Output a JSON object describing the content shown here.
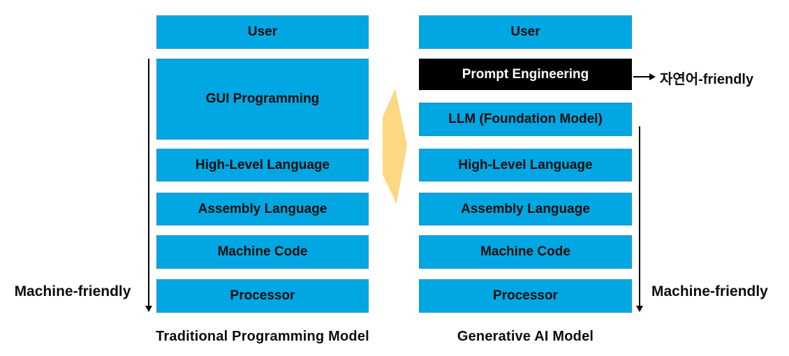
{
  "colors": {
    "box_fill": "#00A7E2",
    "box_border": "#2A8FC0",
    "highlight_fill": "#000000",
    "highlight_text": "#FFFFFF",
    "transform_arrow_fill": "#FBD881",
    "text": "#0D0D0D",
    "line": "#000000"
  },
  "left_column": {
    "caption": "Traditional Programming Model",
    "axis_label": "Machine-friendly",
    "boxes": [
      {
        "label": "User"
      },
      {
        "label": "GUI Programming"
      },
      {
        "label": "High-Level Language"
      },
      {
        "label": "Assembly Language"
      },
      {
        "label": "Machine Code"
      },
      {
        "label": "Processor"
      }
    ]
  },
  "right_column": {
    "caption": "Generative AI Model",
    "axis_label": "Machine-friendly",
    "annotation": "자연어-friendly",
    "boxes": [
      {
        "label": "User"
      },
      {
        "label": "Prompt Engineering"
      },
      {
        "label": "LLM (Foundation Model)"
      },
      {
        "label": "High-Level Language"
      },
      {
        "label": "Assembly Language"
      },
      {
        "label": "Machine Code"
      },
      {
        "label": "Processor"
      }
    ]
  }
}
